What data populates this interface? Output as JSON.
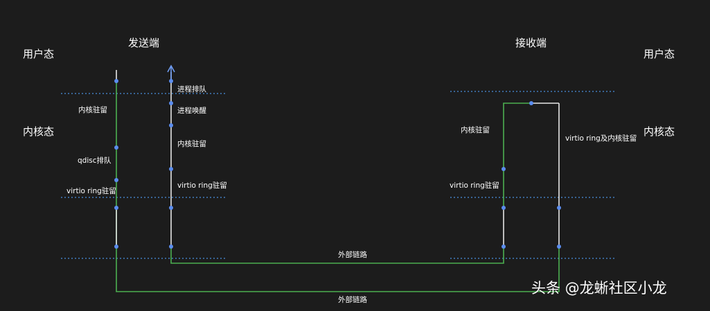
{
  "labels": {
    "sender_title": "发送端",
    "receiver_title": "接收端",
    "user_mode_left": "用户态",
    "user_mode_right": "用户态",
    "kernel_mode_left": "内核态",
    "kernel_mode_right": "内核态",
    "send_kernel_dwell": "内核驻留",
    "send_qdisc_queue": "qdisc排队",
    "send_virtio_dwell": "virtio ring驻留",
    "ret_process_queue": "进程排队",
    "ret_process_wakeup": "进程唤醒",
    "ret_kernel_dwell": "内核驻留",
    "ret_virtio_dwell": "virtio ring驻留",
    "recv_kernel_dwell": "内核驻留",
    "recv_virtio_dwell": "virtio ring驻留",
    "recv_virtio_kernel_dwell": "virtio ring及内核驻留",
    "external_link_upper": "外部链路",
    "external_link_lower": "外部链路"
  },
  "watermark": "头条 @龙蜥社区小龙",
  "colors": {
    "background": "#1c1c1c",
    "text": "#ffffff",
    "green_path": "#4caf50",
    "white_path": "#e6e6e6",
    "node": "#5b8def",
    "arrow": "#6f9cf2",
    "dotted_boundary": "#4a8ee0"
  }
}
